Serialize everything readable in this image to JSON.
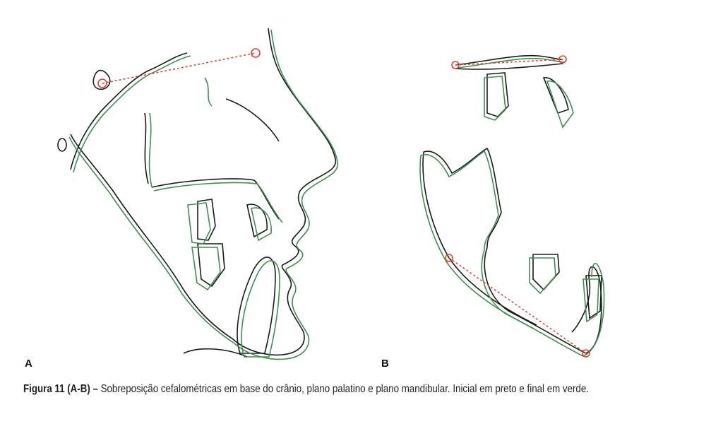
{
  "figure": {
    "panel_a_label": "A",
    "panel_b_label": "B",
    "caption_title": "Figura 11 (A-B)",
    "caption_dash": " – ",
    "caption_text": "Sobreposição cefalométricas em base do crânio, plano palatino e plano mandibular. Inicial em preto e final em verde.",
    "colors": {
      "initial": "#1a1a1a",
      "final": "#3f8f4f",
      "reference": "#e0403a"
    }
  }
}
